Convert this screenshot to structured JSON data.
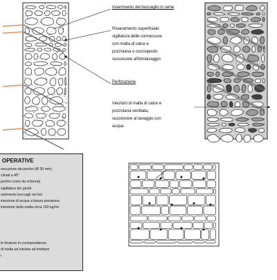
{
  "labels": {
    "inserimento": "Inserimento del boccaglio in rame",
    "risanamento": {
      "title": "Risanamento superficiale:",
      "lines": [
        "sigillatura delle connessure",
        "con malta di calce e",
        "pozzolana o cocciopesto",
        "successive all'idrolavaggio"
      ]
    },
    "perforazione": "Perforazione",
    "iniezioni": {
      "lines": [
        "Iniezioni di malta di calce e",
        "pozzolana ventilata,",
        "successive al lavaggio con",
        "acqua"
      ]
    }
  },
  "operative_box": {
    "title": "OPERATIVE",
    "steps": [
      "secuzione dei perfori (Ø 35 mm)",
      "clinati a 45°",
      "perfori come da schema)",
      "sigillatura dei giunti",
      "serimento boccagli nei fori",
      "iniezione di acqua a bassa pressione",
      "iniezione della malta circa 150 kg/mc"
    ],
    "note": [
      "le forature in corrispondenza",
      "di malta ad iniziare ad iniettare",
      "ı"
    ]
  },
  "colors": {
    "stone_fill": "#ffffff",
    "stone_stroke": "#222222",
    "mortar_texture": "#777777",
    "injected_gray": "#9a9a9a",
    "pipe": "#d9915e",
    "box_bg": "#dcdcdc"
  }
}
